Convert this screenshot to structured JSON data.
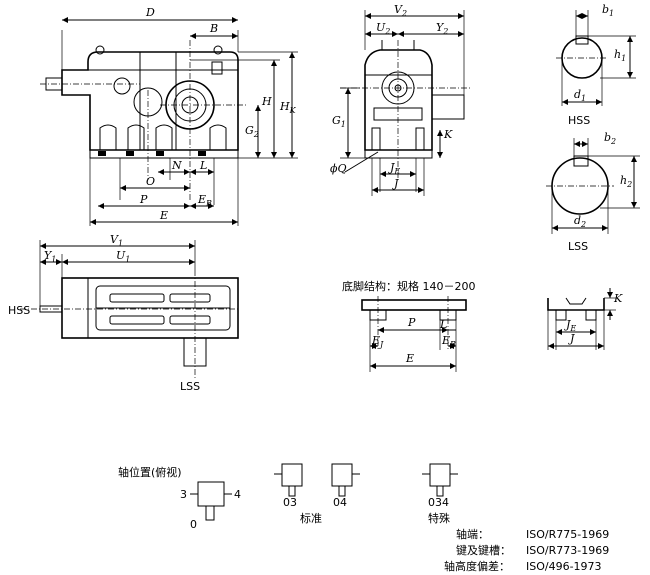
{
  "dims": {
    "D": "D",
    "B": "B",
    "H": "H",
    "HK": "H",
    "HK_sub": "K",
    "G2": "G",
    "G2_sub": "2",
    "N": "N",
    "L": "L",
    "O": "O",
    "P": "P",
    "EB": "E",
    "EB_sub": "B",
    "E": "E",
    "V2": "V",
    "V2_sub": "2",
    "U2": "U",
    "U2_sub": "2",
    "Y2": "Y",
    "Y2_sub": "2",
    "G1": "G",
    "G1_sub": "1",
    "K": "K",
    "phiQ": "ϕQ",
    "JE": "J",
    "JE_sub": "E",
    "J": "J",
    "b1": "b",
    "b1_sub": "1",
    "h1": "h",
    "h1_sub": "1",
    "d1": "d",
    "d1_sub": "1",
    "b2": "b",
    "b2_sub": "2",
    "h2": "h",
    "h2_sub": "2",
    "d2": "d",
    "d2_sub": "2",
    "V1": "V",
    "V1_sub": "1",
    "U1": "U",
    "U1_sub": "1",
    "Y1": "Y",
    "Y1_sub": "1",
    "EJ": "E",
    "EJ_sub": "J"
  },
  "labels": {
    "hss": "HSS",
    "lss": "LSS",
    "hss_left": "HSS",
    "lss_bottom": "LSS",
    "foot_title": "底脚结构：规格 140－200",
    "shaft_pos_title": "轴位置(俯视)",
    "pos_3": "3",
    "pos_4": "4",
    "pos_0": "0",
    "var_03": "03",
    "var_04": "04",
    "var_034": "034",
    "standard": "标准",
    "special": "特殊"
  },
  "standards": [
    {
      "name": "轴端：",
      "value": "ISO/R775-1969"
    },
    {
      "name": "键及键槽：",
      "value": "ISO/R773-1969"
    },
    {
      "name": "轴高度偏差：",
      "value": "ISO/496-1973"
    }
  ]
}
